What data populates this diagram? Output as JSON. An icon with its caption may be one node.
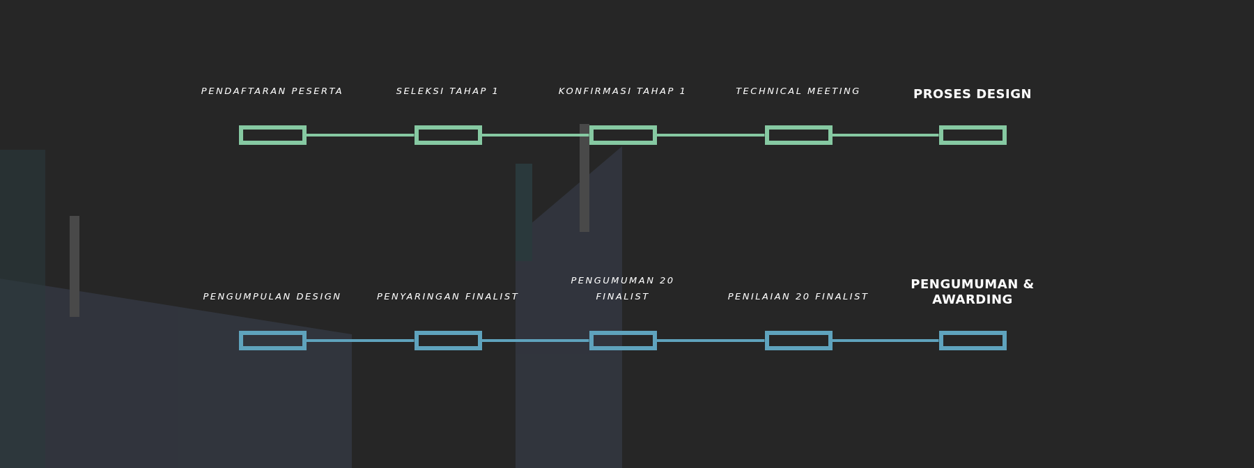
{
  "diagram": {
    "nodes": [
      {
        "text": [
          "PENDAFTARAN PESERTA"
        ]
      },
      {
        "text": [
          "SELEKSI TAHAP 1"
        ]
      },
      {
        "text": [
          "KONFIRMASI TAHAP 1"
        ]
      },
      {
        "text": [
          "TECHNICAL MEETING"
        ]
      },
      {
        "text": [
          "PROSES DESIGN"
        ]
      },
      {
        "text": [
          "PENGUMPULAN DESIGN"
        ]
      },
      {
        "text": [
          "PENYARINGAN FINALIST"
        ]
      },
      {
        "text": [
          "PENGUMUMAN 20 FINALIST"
        ]
      },
      {
        "text": [
          "PENILAIAN 20 FINALIST"
        ]
      },
      {
        "text": [
          "PENGUMUMAN & AWARDING"
        ]
      }
    ],
    "edges": [
      {
        "from": 0,
        "to": 1,
        "arrow": "none",
        "color": "#86c9a2"
      },
      {
        "from": 1,
        "to": 2,
        "arrow": "none",
        "color": "#86c9a2"
      },
      {
        "from": 2,
        "to": 3,
        "arrow": "none",
        "color": "#86c9a2"
      },
      {
        "from": 3,
        "to": 4,
        "arrow": "none",
        "color": "#86c9a2"
      },
      {
        "from": 5,
        "to": 6,
        "arrow": "none",
        "color": "#5fa3bd"
      },
      {
        "from": 6,
        "to": 7,
        "arrow": "none",
        "color": "#5fa3bd"
      },
      {
        "from": 7,
        "to": 8,
        "arrow": "none",
        "color": "#5fa3bd"
      },
      {
        "from": 8,
        "to": 9,
        "arrow": "none",
        "color": "#5fa3bd"
      }
    ]
  }
}
